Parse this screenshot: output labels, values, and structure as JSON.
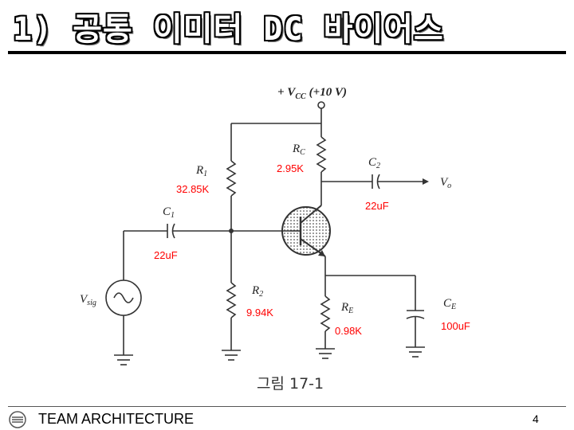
{
  "slide": {
    "title": "1) 공통 이미터 DC 바이어스",
    "figure_caption": "그림 17-1",
    "footer_text": "TEAM ARCHITECTURE",
    "page_number": "4"
  },
  "circuit": {
    "supply": {
      "prefix": "+ V",
      "subscript": "CC",
      "value": "(+10 V)"
    },
    "labels": {
      "rc": "R",
      "rc_sub": "C",
      "r1": "R",
      "r1_sub": "1",
      "r2": "R",
      "r2_sub": "2",
      "re": "R",
      "re_sub": "E",
      "c1": "C",
      "c1_sub": "1",
      "c2": "C",
      "c2_sub": "2",
      "ce": "C",
      "ce_sub": "E",
      "vo": "V",
      "vo_sub": "o",
      "vsig": "V",
      "vsig_sub": "sig"
    },
    "values": {
      "rc": "2.95K",
      "r1": "32.85K",
      "r2": "9.94K",
      "re": "0.98K",
      "c1": "22uF",
      "c2": "22uF",
      "ce": "100uF"
    }
  },
  "colors": {
    "annotation": "#ff0000",
    "wire": "#333333"
  }
}
